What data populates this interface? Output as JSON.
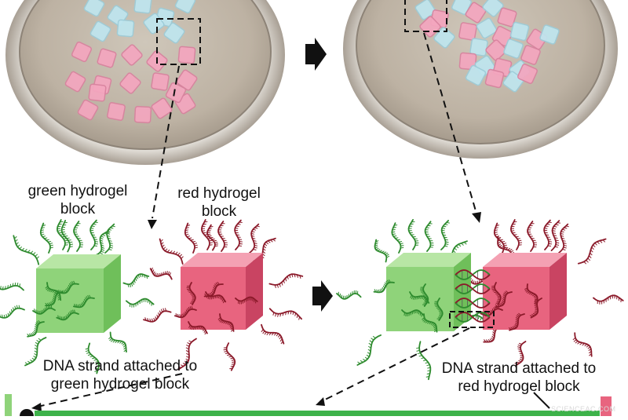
{
  "labels": {
    "green_block_line1": "green hydrogel",
    "green_block_line2": "block",
    "red_block_line1": "red hydrogel",
    "red_block_line2": "block",
    "dna_green_line1": "DNA strand attached to",
    "dna_green_line2": "green hydrogel block",
    "dna_red_line1": "DNA strand attached to",
    "dna_red_line2": "red hydrogel block"
  },
  "watermark": "SCIENCEAC.COM",
  "colors": {
    "green_block": "#8fd37a",
    "red_block": "#e8647f",
    "green_strand": "#2e8b2e",
    "red_strand": "#8b1a2a",
    "blue_gel": "#bfe6ef",
    "pink_gel": "#f4a6bf",
    "dish": "#c8beb0",
    "bottom_bar": "#3db24a"
  },
  "icons": [
    "arrow-right-icon",
    "arrow-right-icon"
  ]
}
